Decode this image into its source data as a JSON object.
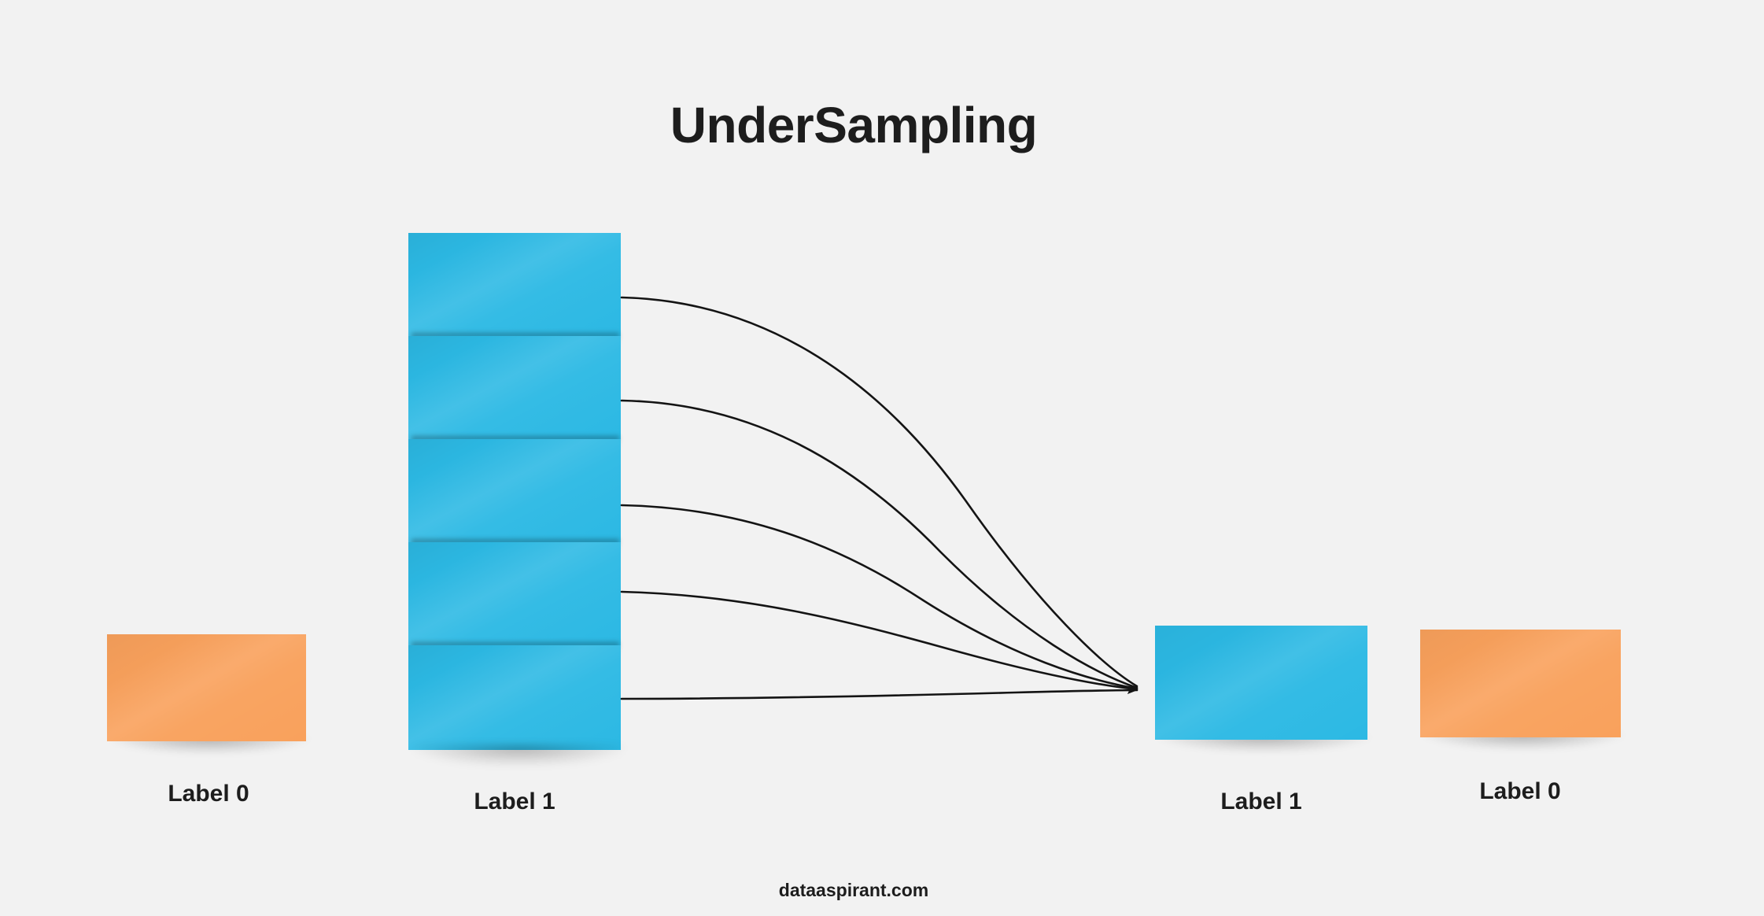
{
  "title": "UnderSampling",
  "footer": "dataaspirant.com",
  "colors": {
    "background": "#f2f2f2",
    "blue": "#2cb9e4",
    "orange": "#f9a15c",
    "text": "#1d1d1d",
    "arrow": "#141414"
  },
  "diagram": {
    "type": "undersampling-illustration",
    "before": {
      "minority": {
        "label": "Label 0",
        "count": 1,
        "color": "#f9a15c"
      },
      "majority": {
        "label": "Label 1",
        "count": 5,
        "color": "#2cb9e4"
      }
    },
    "after": {
      "majority": {
        "label": "Label 1",
        "count": 1,
        "color": "#2cb9e4"
      },
      "minority": {
        "label": "Label 0",
        "count": 1,
        "color": "#f9a15c"
      }
    },
    "arrow_count": 5
  },
  "labels": {
    "left_orange": "Label 0",
    "stack_blue": "Label 1",
    "right_blue": "Label 1",
    "right_orange": "Label 0"
  }
}
